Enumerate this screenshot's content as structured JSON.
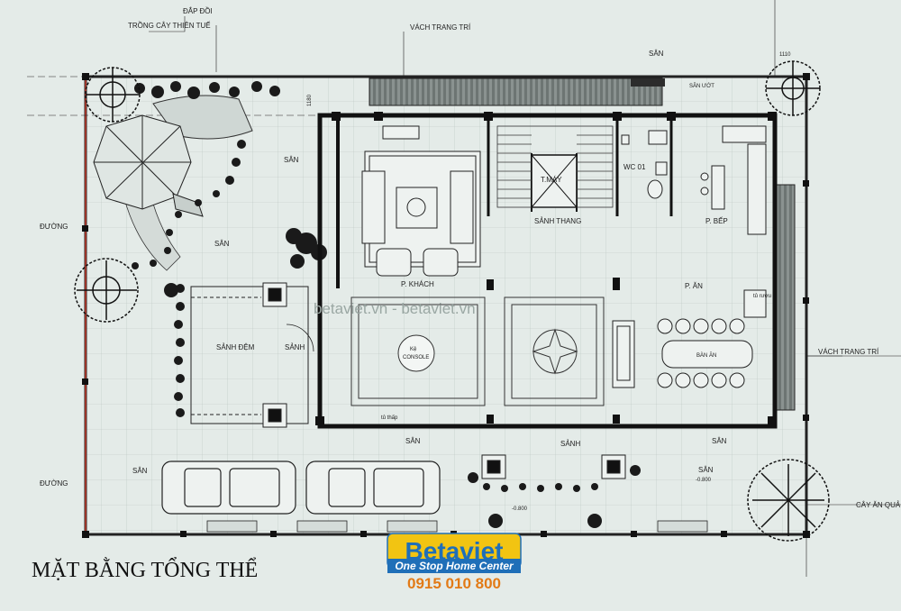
{
  "plan": {
    "title": "MẶT BẰNG TỔNG THỂ",
    "watermark": "betaviet.vn - betaviet.vn",
    "brand": {
      "name": "Betaviet",
      "tagline": "One Stop Home Center",
      "phone": "0915 010 800",
      "colors": {
        "logo_bg": "#f2c412",
        "tag_bg": "#1f6fb8",
        "phone": "#e27a16"
      }
    },
    "labels": {
      "dap_doi": "ĐẮP ĐỒI",
      "trong_cay": "TRỒNG CÂY THIÊN TUẾ",
      "vach_trang_tri_top": "VÁCH TRANG TRÍ",
      "vach_trang_tri_right": "VÁCH TRANG TRÍ",
      "san_top": "SÂN",
      "san_uot": "SÂN ƯỚT",
      "dim_1110": "1110",
      "dim_1180": "1180",
      "san_garden1": "SÂN",
      "san_garden2": "SÂN",
      "duong_top": "ĐƯỜNG",
      "duong_bottom": "ĐƯỜNG",
      "p_khach": "P. KHÁCH",
      "sanh_thang": "SẢNH THANG",
      "t_may": "T.MÁY",
      "wc": "WC 01",
      "p_bep": "P. BẾP",
      "p_an": "P. ĂN",
      "tu_ruou": "tủ rượu",
      "ban_an": "BÀN ĂN",
      "sanh_dem": "SẢNH ĐỆM",
      "sanh_small": "SẢNH",
      "ke_console_1": "Kệ",
      "ke_console_2": "CONSOLE",
      "tu_thap": "tủ thấp",
      "sanh_front": "SẢNH",
      "san_front1": "SÂN",
      "san_front2": "SÂN",
      "san_right": "SÂN",
      "san_garage": "SÂN",
      "lvl_1": "-0.800",
      "lvl_2": "-0.800",
      "cay_an_qua": "CÂY ĂN QUẢ"
    }
  }
}
